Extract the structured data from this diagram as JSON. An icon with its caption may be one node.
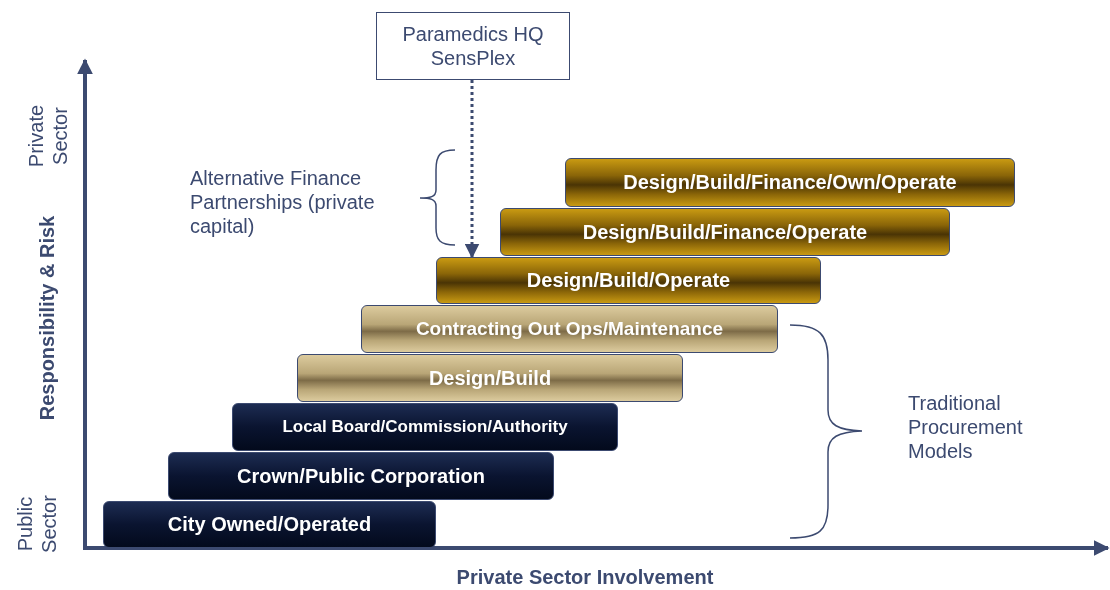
{
  "diagram": {
    "nodes": [
      {
        "text": [
          "Paramedics HQ SensPlex"
        ]
      },
      {
        "text": [
          "Design/Build/Finance/Own/Operate"
        ]
      },
      {
        "text": [
          "Design/Build/Finance/Operate"
        ]
      },
      {
        "text": [
          "Design/Build/Operate"
        ]
      },
      {
        "text": [
          "Contracting Out Ops/Maintenance"
        ]
      },
      {
        "text": [
          "Design/Build"
        ]
      },
      {
        "text": [
          "Local Board/Commission/Authority"
        ]
      },
      {
        "text": [
          "Crown/Public Corporation"
        ]
      },
      {
        "text": [
          "City Owned/Operated"
        ]
      }
    ],
    "edges": [
      {
        "from": 0,
        "to": 3,
        "arrow": "to",
        "style": "dashed"
      }
    ],
    "labels": [
      "Private Sector",
      "Alternative Finance Partnerships (private capital)",
      "Responsibility & Risk",
      "Traditional Procurement Models",
      "Public Sector",
      "Private Sector Involvement"
    ]
  }
}
